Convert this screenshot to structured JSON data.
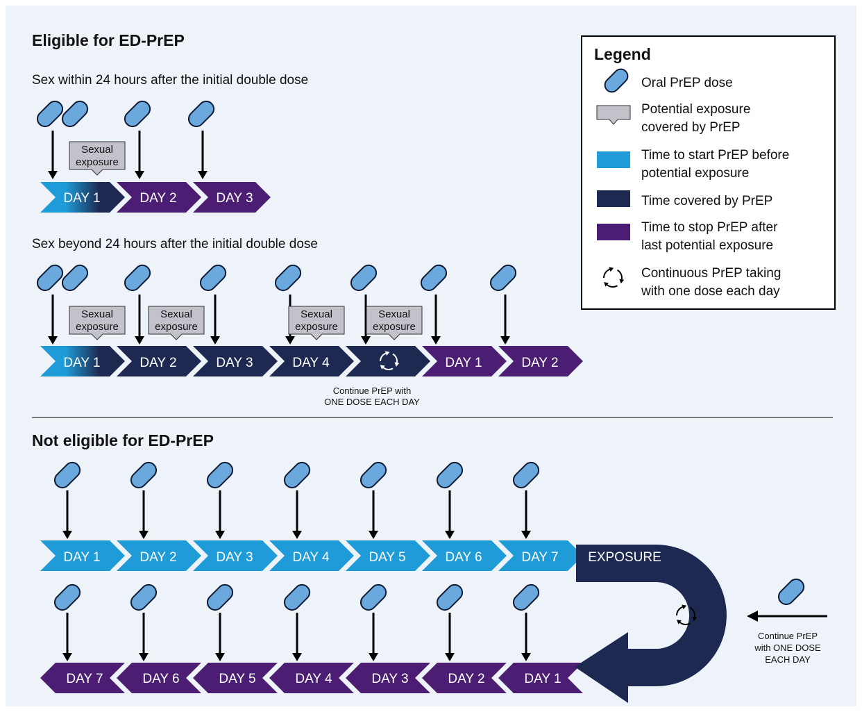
{
  "colors": {
    "background": "#eef3fa",
    "light_blue": "#1f9bd7",
    "navy": "#1d2951",
    "purple": "#4b1e73",
    "pill_fill": "#6aa8dd",
    "pill_stroke": "#0c1a33",
    "exposure_box": "#c3c2cb"
  },
  "section1": {
    "title": "Eligible for ED-PrEP",
    "sub1": "Sex within 24 hours after the initial double dose",
    "sub2": "Sex beyond 24 hours after the initial double dose",
    "note_line1": "Continue PrEP with",
    "note_line2": "ONE DOSE EACH DAY"
  },
  "section2": {
    "title": "Not eligible for ED-PrEP",
    "exposure_label": "EXPOSURE",
    "note_line1": "Continue PrEP",
    "note_line2": "with ONE DOSE",
    "note_line3": "EACH DAY"
  },
  "exposure_text_line1": "Sexual",
  "exposure_text_line2": "exposure",
  "timeline1": [
    {
      "label": "DAY 1",
      "color": "start-gradient"
    },
    {
      "label": "DAY 2",
      "color": "purple"
    },
    {
      "label": "DAY 3",
      "color": "purple"
    }
  ],
  "timeline2": [
    {
      "label": "DAY 1",
      "color": "start-gradient"
    },
    {
      "label": "DAY 2",
      "color": "navy"
    },
    {
      "label": "DAY 3",
      "color": "navy"
    },
    {
      "label": "DAY 4",
      "color": "navy"
    },
    {
      "label": "",
      "color": "navy",
      "icon": "continuous-icon"
    },
    {
      "label": "DAY 1",
      "color": "purple"
    },
    {
      "label": "DAY 2",
      "color": "purple"
    }
  ],
  "timeline3": [
    "DAY 1",
    "DAY 2",
    "DAY 3",
    "DAY 4",
    "DAY 5",
    "DAY 6",
    "DAY 7"
  ],
  "timeline4": [
    "DAY 7",
    "DAY 6",
    "DAY 5",
    "DAY 4",
    "DAY 3",
    "DAY 2",
    "DAY 1"
  ],
  "legend": {
    "title": "Legend",
    "items": [
      {
        "icon": "pill-icon",
        "line1": "Oral PrEP dose",
        "line2": ""
      },
      {
        "icon": "exposure-box-icon",
        "line1": "Potential exposure",
        "line2": "covered by PrEP"
      },
      {
        "icon": "light-blue-swatch",
        "line1": "Time to start PrEP before",
        "line2": "potential exposure"
      },
      {
        "icon": "navy-swatch",
        "line1": "Time covered by PrEP",
        "line2": ""
      },
      {
        "icon": "purple-swatch",
        "line1": "Time to stop PrEP after",
        "line2": "last potential exposure"
      },
      {
        "icon": "continuous-icon",
        "line1": "Continuous PrEP taking",
        "line2": "with one dose each day"
      }
    ]
  }
}
